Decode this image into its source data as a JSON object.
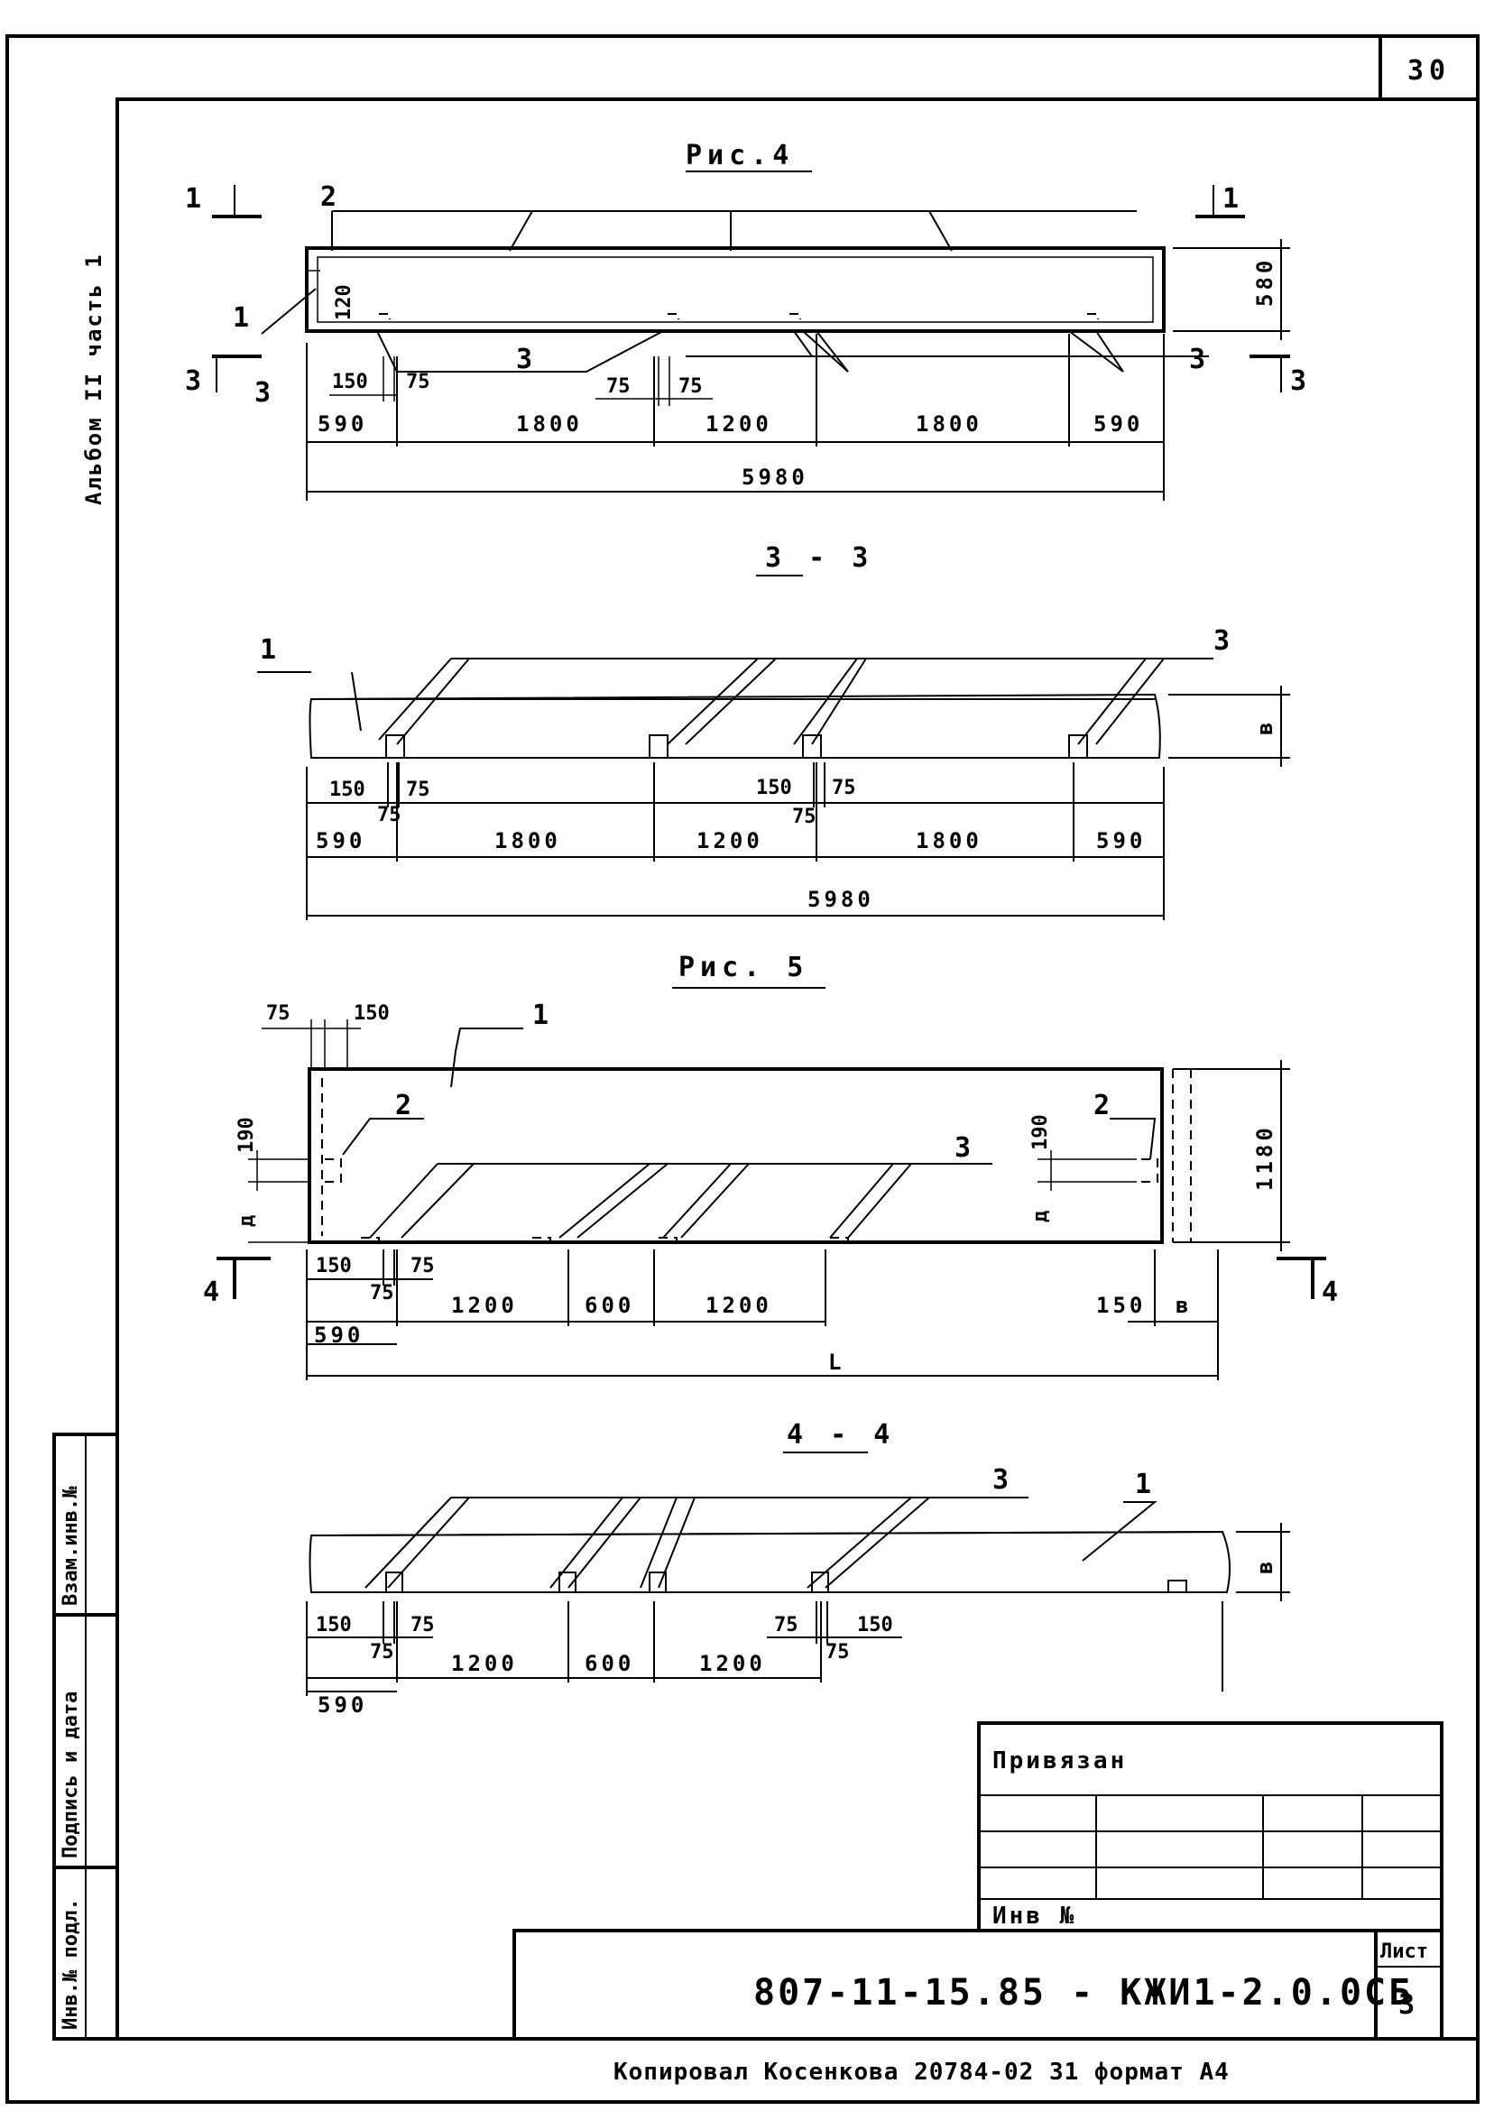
{
  "sheet_number": "30",
  "side_label": "Альбом II часть 1",
  "figures": {
    "fig4": {
      "title": "Рис.4",
      "section_marks": [
        "1",
        "1",
        "3",
        "3"
      ],
      "pos_labels": [
        "1",
        "2",
        "3",
        "3",
        "3"
      ],
      "small_dims": [
        "150",
        "75",
        "75",
        "75",
        "120"
      ],
      "height_dim": "580",
      "dims": [
        "590",
        "1800",
        "1200",
        "1800",
        "590"
      ],
      "overall": "5980"
    },
    "sec33": {
      "title": "3 - 3",
      "pos_labels": [
        "1",
        "3"
      ],
      "height_label": "в",
      "small_dims": [
        "150",
        "75",
        "75",
        "150",
        "75",
        "75"
      ],
      "dims": [
        "590",
        "1800",
        "1200",
        "1800",
        "590"
      ],
      "overall": "5980"
    },
    "fig5": {
      "title": "Рис. 5",
      "top_dims": [
        "75",
        "150"
      ],
      "pos_labels": [
        "1",
        "2",
        "2",
        "3"
      ],
      "left_dims": [
        "190",
        "д"
      ],
      "right_dims": [
        "190",
        "д"
      ],
      "height_dim": "1180",
      "section_marks": [
        "4",
        "4"
      ],
      "small_dims": [
        "150",
        "75",
        "75"
      ],
      "dims": [
        "1200",
        "600",
        "1200"
      ],
      "first_dim": "590",
      "right_bottom": [
        "150",
        "в"
      ],
      "overall": "L"
    },
    "sec44": {
      "title": "4 - 4",
      "pos_labels": [
        "3",
        "1"
      ],
      "height_label": "в",
      "small_dims": [
        "150",
        "75",
        "75",
        "75",
        "150",
        "75"
      ],
      "dims": [
        "1200",
        "600",
        "1200"
      ],
      "first_dim": "590"
    }
  },
  "left_stamp": {
    "cells": [
      "Взам.инв.№",
      "Подпись и дата",
      "Инв.№ подл."
    ]
  },
  "title_block": {
    "privyazan": "Привязан",
    "inv": "Инв №",
    "code": "807-11-15.85 - КЖИ1-2.0.0СБ",
    "list_label": "Лист",
    "list_number": "3"
  },
  "footer": "Копировал Косенкова 20784-02 31 формат А4"
}
